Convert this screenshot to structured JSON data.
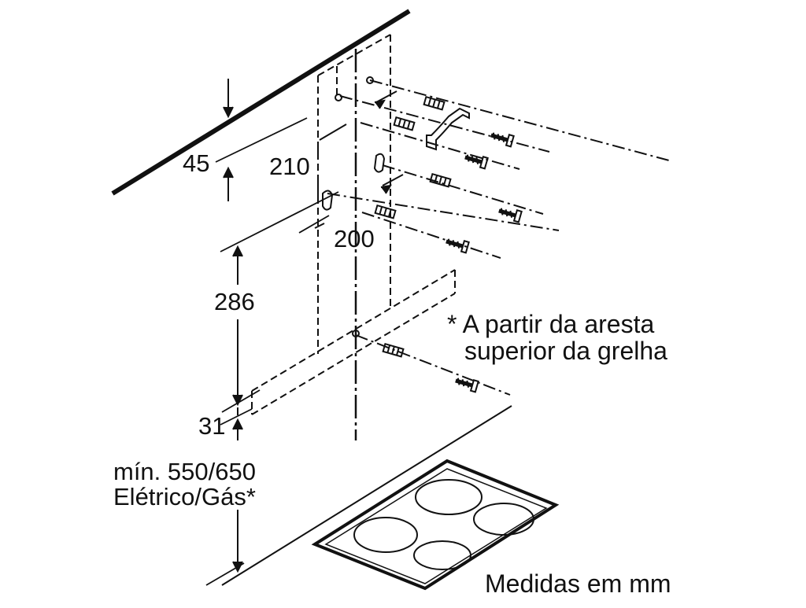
{
  "dimensions": {
    "d45": "45",
    "d210": "210",
    "d200": "200",
    "d286": "286",
    "d31": "31",
    "min_line1": "mín. 550/650",
    "min_line2": "Elétrico/Gás*"
  },
  "notes": {
    "footnote_line1": "* A partir da aresta",
    "footnote_line2": "superior da grelha",
    "units": "Medidas em mm"
  },
  "colors": {
    "ink": "#111111",
    "background": "#ffffff"
  }
}
